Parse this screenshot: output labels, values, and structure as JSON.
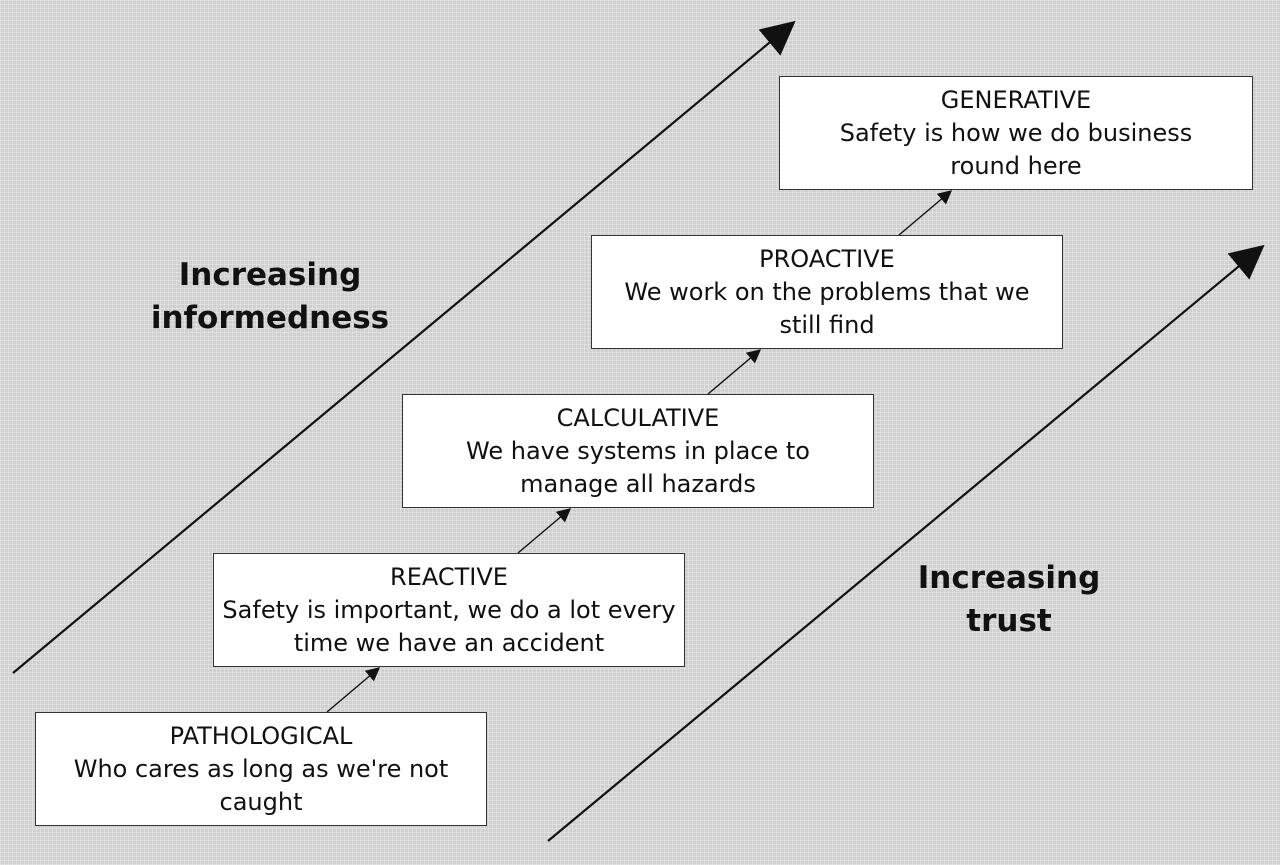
{
  "stages": [
    {
      "title": "PATHOLOGICAL",
      "description": "Who cares as long as we're not caught"
    },
    {
      "title": "REACTIVE",
      "description": "Safety is important, we do a lot every time we have an accident"
    },
    {
      "title": "CALCULATIVE",
      "description": "We have systems in place to manage all hazards"
    },
    {
      "title": "PROACTIVE",
      "description": "We work on the problems that we still find"
    },
    {
      "title": "GENERATIVE",
      "description": "Safety is how we do business round here"
    }
  ],
  "axes": {
    "informedness": {
      "line1": "Increasing",
      "line2": "informedness"
    },
    "trust": {
      "line1": "Increasing",
      "line2": "trust"
    }
  },
  "colors": {
    "background": "#d0d0d0",
    "box_fill": "#ffffff",
    "line": "#111111"
  }
}
